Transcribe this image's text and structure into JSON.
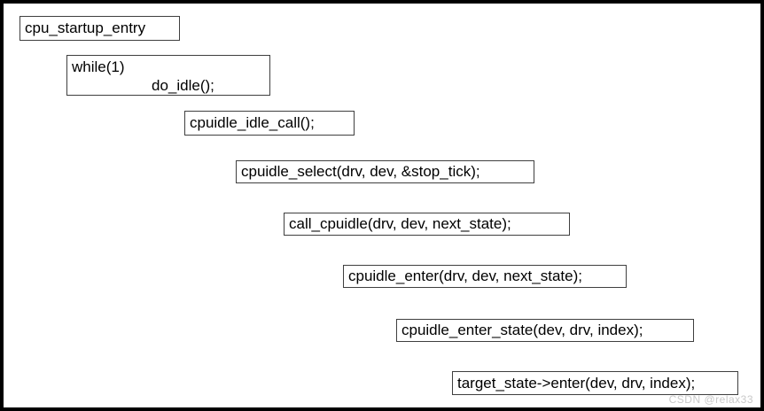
{
  "colors": {
    "background": "#ffffff",
    "outer_border": "#000000",
    "box_border": "#3f3f3f",
    "text": "#000000",
    "watermark_text": "#c9c9c9"
  },
  "diagram": {
    "boxes": [
      {
        "label": "cpu_startup_entry"
      },
      {
        "line1": "while(1)",
        "line2": "do_idle();"
      },
      {
        "label": "cpuidle_idle_call();"
      },
      {
        "label": "cpuidle_select(drv, dev, &stop_tick);"
      },
      {
        "label": "call_cpuidle(drv, dev, next_state);"
      },
      {
        "label": "cpuidle_enter(drv, dev, next_state);"
      },
      {
        "label": "cpuidle_enter_state(dev, drv, index);"
      },
      {
        "label": "target_state->enter(dev, drv, index);"
      }
    ],
    "watermark": "CSDN @relax33"
  }
}
